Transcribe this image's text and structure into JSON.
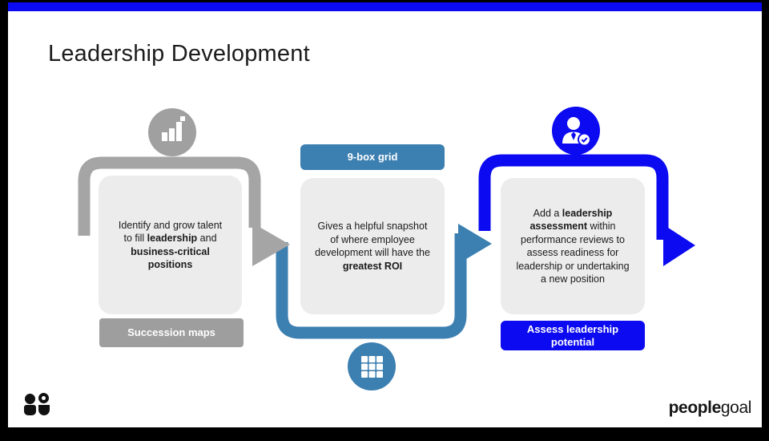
{
  "slide": {
    "title": "Leadership Development",
    "colors": {
      "accent_blue": "#0b0af0",
      "steel_blue": "#3c7fb1",
      "arrow_gray": "#a5a5a5",
      "circle_gray": "#a0a0a0",
      "label_gray": "#9e9e9e",
      "box_bg": "#ececec",
      "text_dark": "#1a1a1a"
    },
    "steps": [
      {
        "icon": "growth-bar-chart-icon",
        "label": "Succession maps",
        "label_bg": "#9e9e9e",
        "circle_bg": "#a0a0a0",
        "arrow_color": "#a5a5a5",
        "body": [
          {
            "t": "Identify and grow talent to fill "
          },
          {
            "t": "leadership",
            "b": true
          },
          {
            "t": " and "
          },
          {
            "t": "business-critical positions",
            "b": true
          }
        ]
      },
      {
        "icon": "grid-3x3-icon",
        "label": "9-box grid",
        "label_bg": "#3c7fb1",
        "circle_bg": "#3c7fb1",
        "arrow_color": "#3c7fb1",
        "body": [
          {
            "t": "Gives a helpful snapshot of where employee development will have the "
          },
          {
            "t": "greatest ROI",
            "b": true
          }
        ]
      },
      {
        "icon": "user-check-icon",
        "label": "Assess leadership potential",
        "label_bg": "#0b0af0",
        "circle_bg": "#0b0af0",
        "arrow_color": "#0b0af0",
        "body": [
          {
            "t": "Add a "
          },
          {
            "t": "leadership assessment",
            "b": true
          },
          {
            "t": " within performance reviews to assess readiness for leadership or undertaking a new position"
          }
        ]
      }
    ],
    "footer": {
      "brand_bold": "people",
      "brand_light": "goal"
    }
  }
}
